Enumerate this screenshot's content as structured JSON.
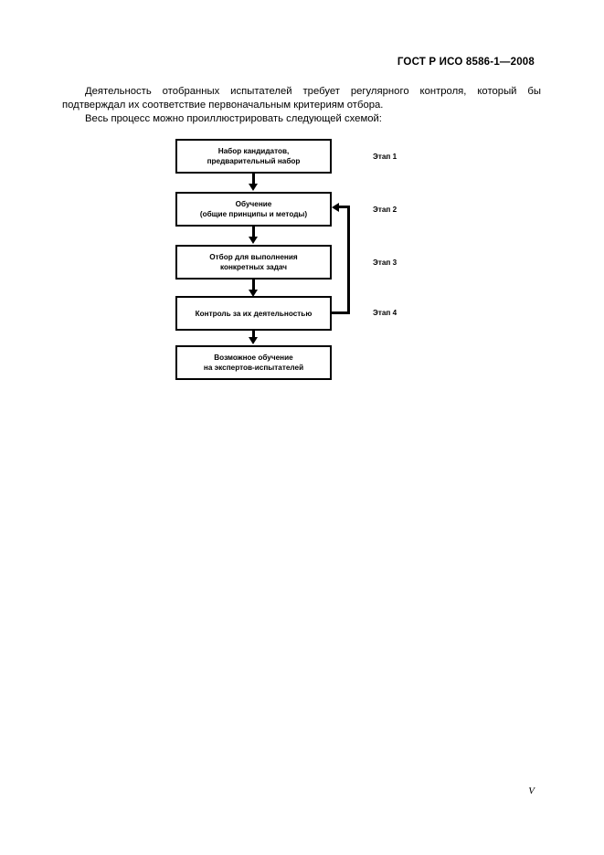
{
  "header": {
    "standard_code": "ГОСТ Р ИСО 8586-1—2008"
  },
  "body": {
    "paragraph_1": "Деятельность отобранных испытателей требует регулярного контроля, который бы подтверждал их соответствие первоначальным критериям отбора.",
    "paragraph_2": "Весь процесс можно проиллюстрировать следующей схемой:"
  },
  "flowchart": {
    "boxes": [
      {
        "id": "box-1",
        "label": "Набор кандидатов,\nпредварительный набор",
        "line_1": "Набор кандидатов,",
        "line_2": "предварительный набор"
      },
      {
        "id": "box-2",
        "label": "Обучение\n(общие принципы и методы)",
        "line_1": "Обучение",
        "line_2": "(общие принципы и методы)"
      },
      {
        "id": "box-3",
        "label": "Отбор для выполнения\nконкретных задач",
        "line_1": "Отбор для выполнения",
        "line_2": "конкретных задач"
      },
      {
        "id": "box-4",
        "label": "Контроль за их деятельностью",
        "line_1": "Контроль за их деятельностью",
        "line_2": ""
      },
      {
        "id": "box-5",
        "label": "Возможное обучение\nна экспертов-испытателей",
        "line_1": "Возможное обучение",
        "line_2": "на экспертов-испытателей"
      }
    ],
    "stages": [
      {
        "id": "stage-1",
        "label": "Этап 1"
      },
      {
        "id": "stage-2",
        "label": "Этап 2"
      },
      {
        "id": "stage-3",
        "label": "Этап 3"
      },
      {
        "id": "stage-4",
        "label": "Этап 4"
      }
    ],
    "feedback_loop": {
      "from": "box-4",
      "to": "box-2",
      "direction": "upward-left"
    }
  },
  "footer": {
    "page_number": "V"
  },
  "colors": {
    "ink": "#000000",
    "paper": "#ffffff"
  }
}
